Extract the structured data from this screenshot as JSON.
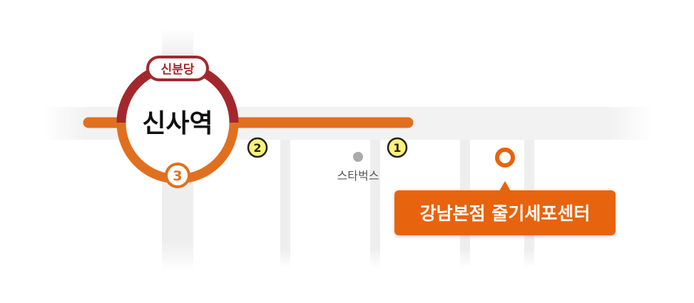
{
  "station": {
    "name": "신사역",
    "line_tag": "신분당",
    "line_number": "3"
  },
  "exits": {
    "exit_2": "2",
    "exit_1": "1"
  },
  "landmark": {
    "name": "스타벅스"
  },
  "destination": {
    "name": "강남본점 줄기세포센터"
  },
  "colors": {
    "line3_orange": "#E07020",
    "sinbundang_red": "#A3282E",
    "destination_orange": "#E8630A",
    "exit_badge_yellow": "#FFF27A",
    "road_gray": "#EEEEEE",
    "landmark_gray": "#AAAAAA"
  },
  "icons": {
    "destination_marker": "map-pin-icon",
    "landmark_marker": "dot-marker-icon"
  }
}
